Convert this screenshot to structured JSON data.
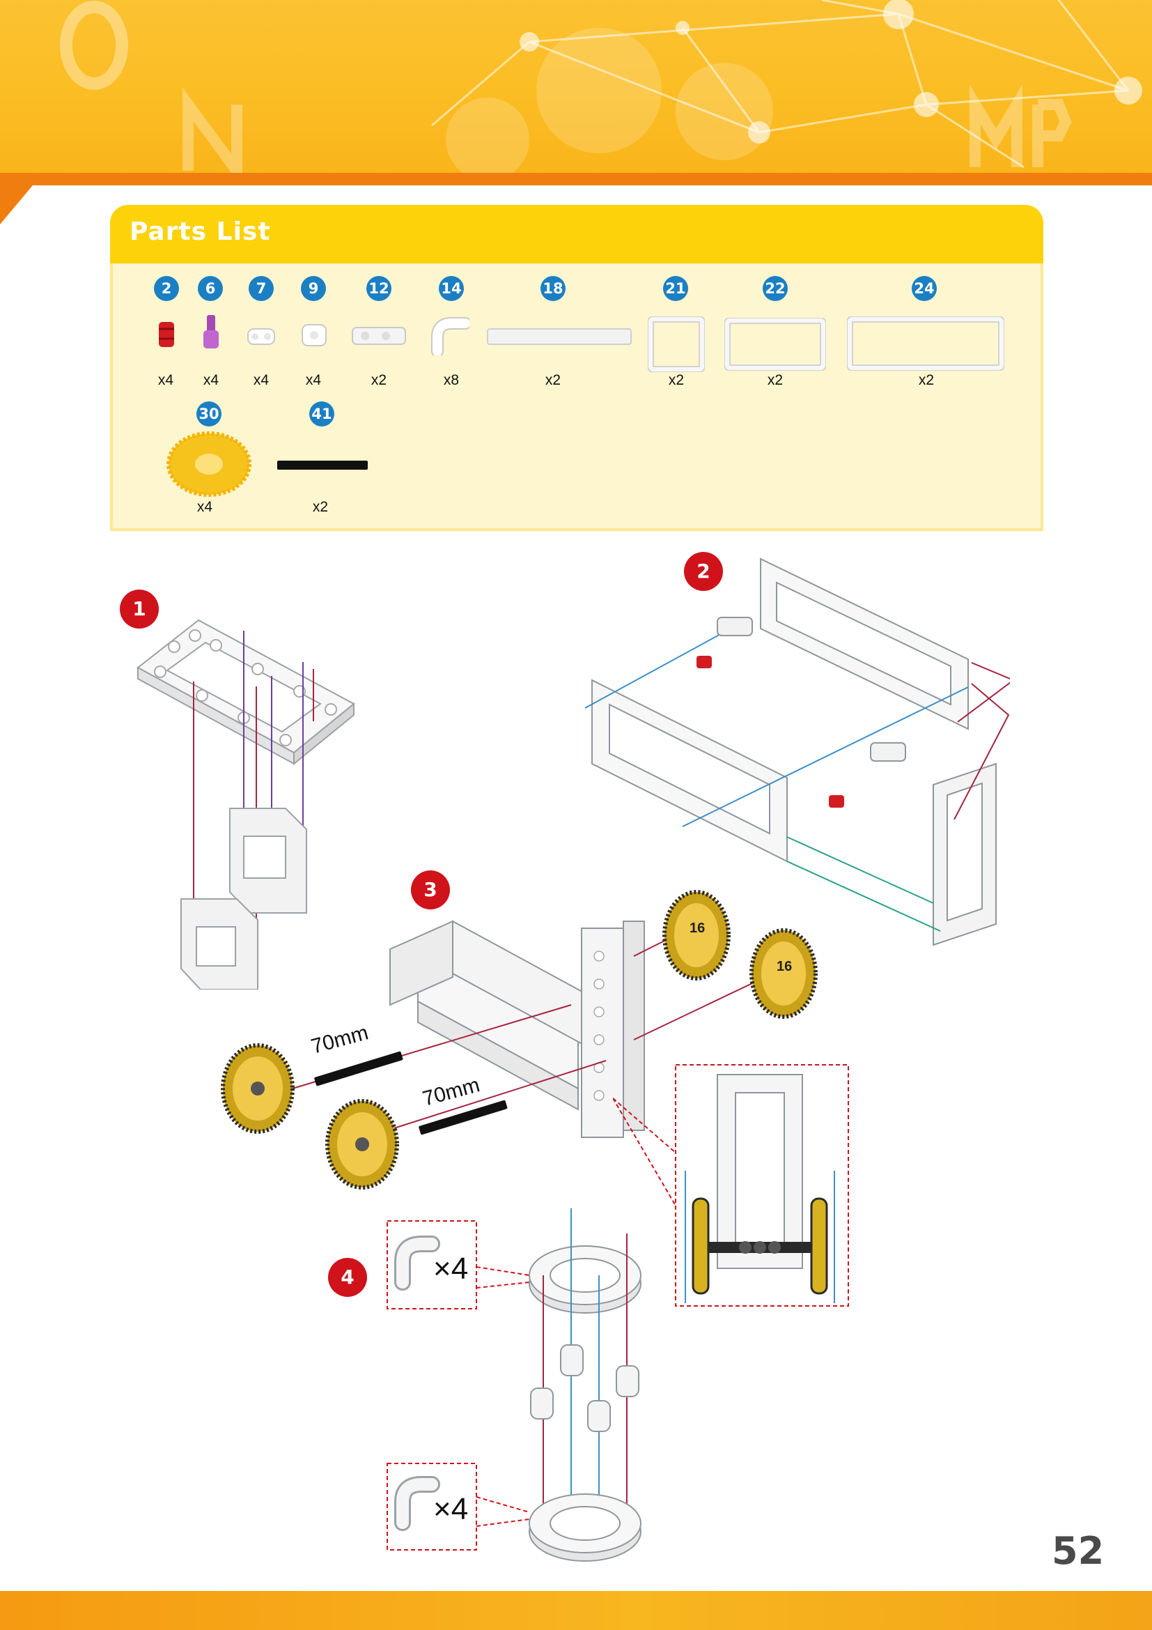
{
  "parts_list": {
    "title": "Parts List",
    "items": [
      {
        "id": "2",
        "qty": "x4"
      },
      {
        "id": "6",
        "qty": "x4"
      },
      {
        "id": "7",
        "qty": "x4"
      },
      {
        "id": "9",
        "qty": "x4"
      },
      {
        "id": "12",
        "qty": "x2"
      },
      {
        "id": "14",
        "qty": "x8"
      },
      {
        "id": "18",
        "qty": "x2"
      },
      {
        "id": "21",
        "qty": "x2"
      },
      {
        "id": "22",
        "qty": "x2"
      },
      {
        "id": "24",
        "qty": "x2"
      },
      {
        "id": "30",
        "qty": "x4"
      },
      {
        "id": "41",
        "qty": "x2"
      }
    ]
  },
  "steps": [
    {
      "number": "1"
    },
    {
      "number": "2"
    },
    {
      "number": "3"
    },
    {
      "number": "4"
    }
  ],
  "step3": {
    "axle_label_1": "70mm",
    "axle_label_2": "70mm",
    "gear_label": "16"
  },
  "step4": {
    "multiplier_top": "×4",
    "multiplier_bottom": "×4"
  },
  "page": {
    "number": "52"
  },
  "colors": {
    "accent_yellow": "#fdd20a",
    "accent_orange": "#f07d10",
    "part_badge_blue": "#1b7fc4",
    "step_badge_red": "#d0121b"
  }
}
